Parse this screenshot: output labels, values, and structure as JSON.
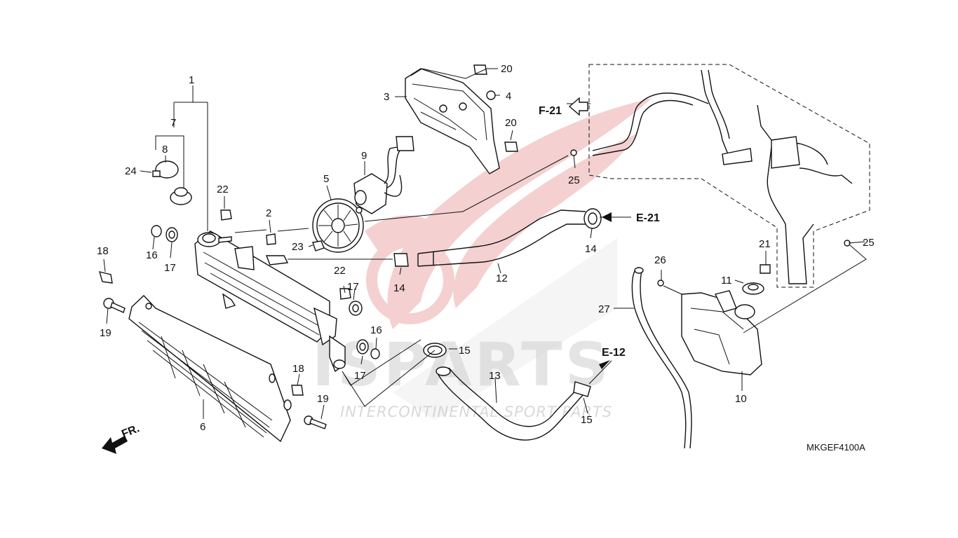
{
  "diagram": {
    "code": "MKGEF4100A",
    "front_marker": "FR.",
    "refs": {
      "f21": "F-21",
      "e21": "E-21",
      "e12": "E-12"
    },
    "watermark": {
      "brand": "ISPARTS",
      "tagline": "INTERCONTINENTAL SPORT PARTS",
      "color": "#e8a3a3"
    },
    "callouts": [
      "1",
      "2",
      "3",
      "4",
      "5",
      "6",
      "7",
      "8",
      "9",
      "10",
      "11",
      "12",
      "13",
      "14",
      "14",
      "15",
      "15",
      "16",
      "16",
      "17",
      "17",
      "17",
      "18",
      "18",
      "19",
      "19",
      "20",
      "20",
      "21",
      "22",
      "22",
      "23",
      "24",
      "25",
      "25",
      "26",
      "27"
    ]
  }
}
